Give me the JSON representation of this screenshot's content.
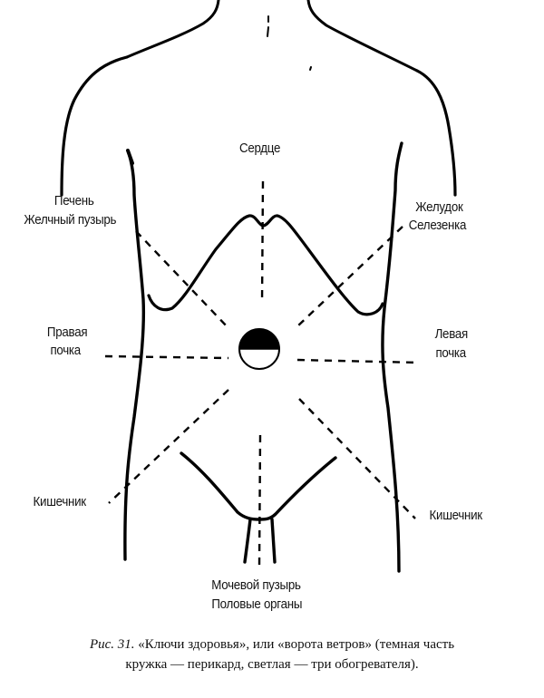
{
  "figure": {
    "labels": {
      "heart": "Сердце",
      "liver": "Печень",
      "gallbladder": "Желчный пузырь",
      "stomach": "Желудок",
      "spleen": "Селезенка",
      "right_kidney_line1": "Правая",
      "right_kidney_line2": "почка",
      "left_kidney_line1": "Левая",
      "left_kidney_line2": "почка",
      "intestine_left": "Кишечник",
      "intestine_right": "Кишечник",
      "bladder": "Мочевой пузырь",
      "genitals": "Половые органы"
    },
    "center_circle": {
      "top_half": "dark",
      "bottom_half": "light",
      "dark_color": "#000000",
      "light_color": "#ffffff"
    }
  },
  "caption": {
    "figure_number": "Рис. 31.",
    "line1": "«Ключи здоровья», или «ворота ветров» (темная часть",
    "line2": "кружка — перикард, светлая — три обогревателя)."
  }
}
